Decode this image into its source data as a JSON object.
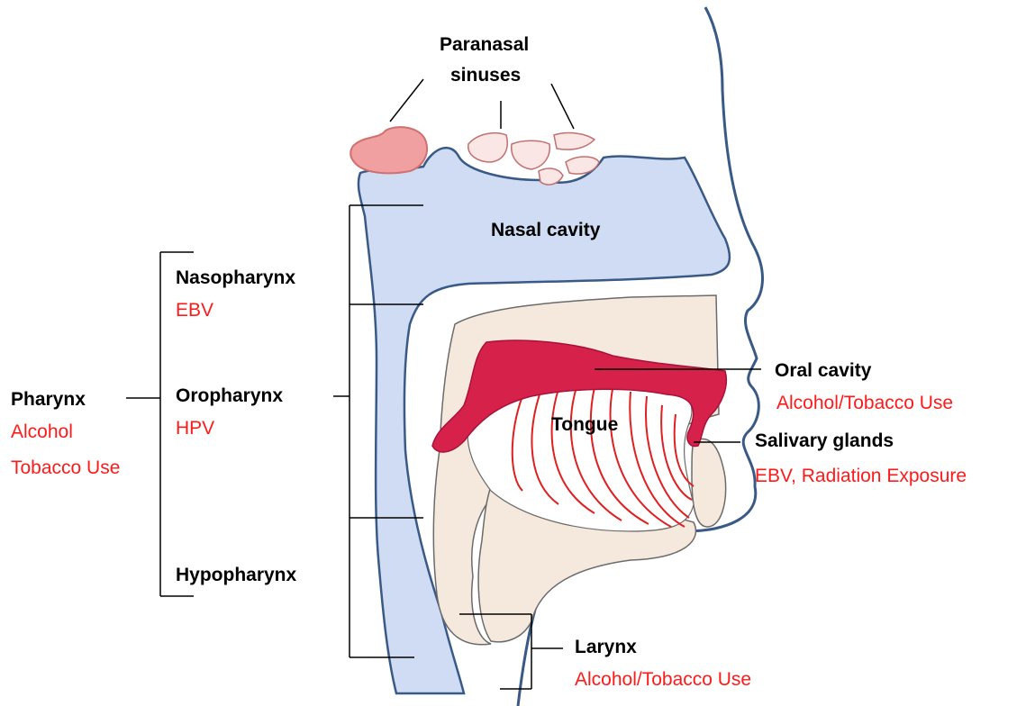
{
  "colors": {
    "label": "#000000",
    "risk": "#ff1a1a",
    "outline": "#3a5a86",
    "cavity_fill": "#cfdcf3",
    "bone_fill": "#f4e9dc",
    "tissue_fill": "#d6224a",
    "tongue_lines": "#e02020"
  },
  "labels": {
    "paranasal": [
      "Paranasal",
      "sinuses"
    ],
    "nasal_cavity": "Nasal cavity",
    "nasopharynx": "Nasopharynx",
    "nasopharynx_risk": "EBV",
    "pharynx": "Pharynx",
    "pharynx_risk": [
      "Alcohol",
      "Tobacco Use"
    ],
    "oropharynx": "Oropharynx",
    "oropharynx_risk": "HPV",
    "hypopharynx": "Hypopharynx",
    "oral_cavity": "Oral cavity",
    "oral_cavity_risk": "Alcohol/Tobacco Use",
    "tongue": "Tongue",
    "salivary_glands": "Salivary glands",
    "salivary_glands_risk": "EBV, Radiation Exposure",
    "larynx": "Larynx",
    "larynx_risk": "Alcohol/Tobacco Use"
  }
}
